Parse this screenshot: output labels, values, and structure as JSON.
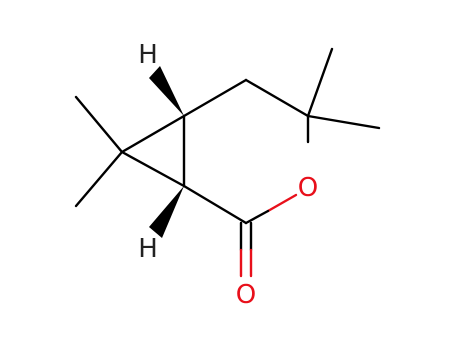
{
  "molecule": {
    "atoms": {
      "h_top": {
        "label": "H",
        "color": "#222222"
      },
      "h_bottom": {
        "label": "H",
        "color": "#222222"
      },
      "ring_oxygen": {
        "label": "O",
        "color": "#e8101b"
      },
      "carbonyl_oxygen": {
        "label": "O",
        "color": "#e8101b"
      }
    },
    "colors": {
      "bond": "#000000",
      "oxygen": "#e8101b",
      "hydrogen": "#222222"
    }
  }
}
